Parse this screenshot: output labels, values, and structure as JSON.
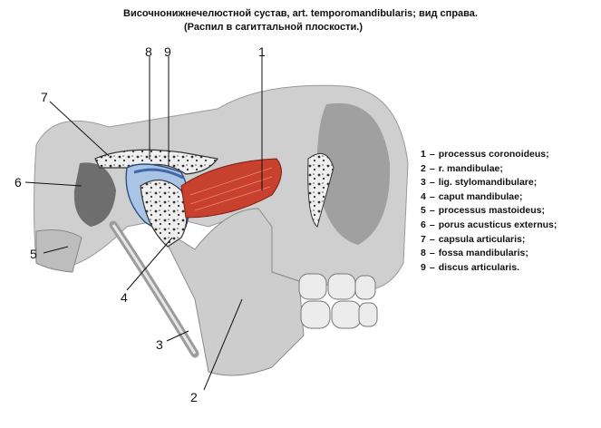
{
  "title": {
    "line1": "Височнонижнечелюстной сустав, art. temporomandibularis; вид справа.",
    "line2": "(Распил в сагиттальной плоскости.)"
  },
  "callouts": [
    "1",
    "2",
    "3",
    "4",
    "5",
    "6",
    "7",
    "8",
    "9"
  ],
  "legend": [
    {
      "num": "1",
      "term": "processus coronoideus;"
    },
    {
      "num": "2",
      "term": "r. mandibulae;"
    },
    {
      "num": "3",
      "term": "lig. stylomandibulare;"
    },
    {
      "num": "4",
      "term": "caput mandibulae;"
    },
    {
      "num": "5",
      "term": "processus mastoideus;"
    },
    {
      "num": "6",
      "term": "porus acusticus externus;"
    },
    {
      "num": "7",
      "term": "capsula articularis;"
    },
    {
      "num": "8",
      "term": "fossa mandibularis;"
    },
    {
      "num": "9",
      "term": "discus articularis."
    }
  ],
  "colors": {
    "bone": "#c9c9c9",
    "bone_dark": "#8a8a8a",
    "cartilage": "#a9c4e4",
    "muscle": "#c8402e",
    "outline": "#222222"
  }
}
